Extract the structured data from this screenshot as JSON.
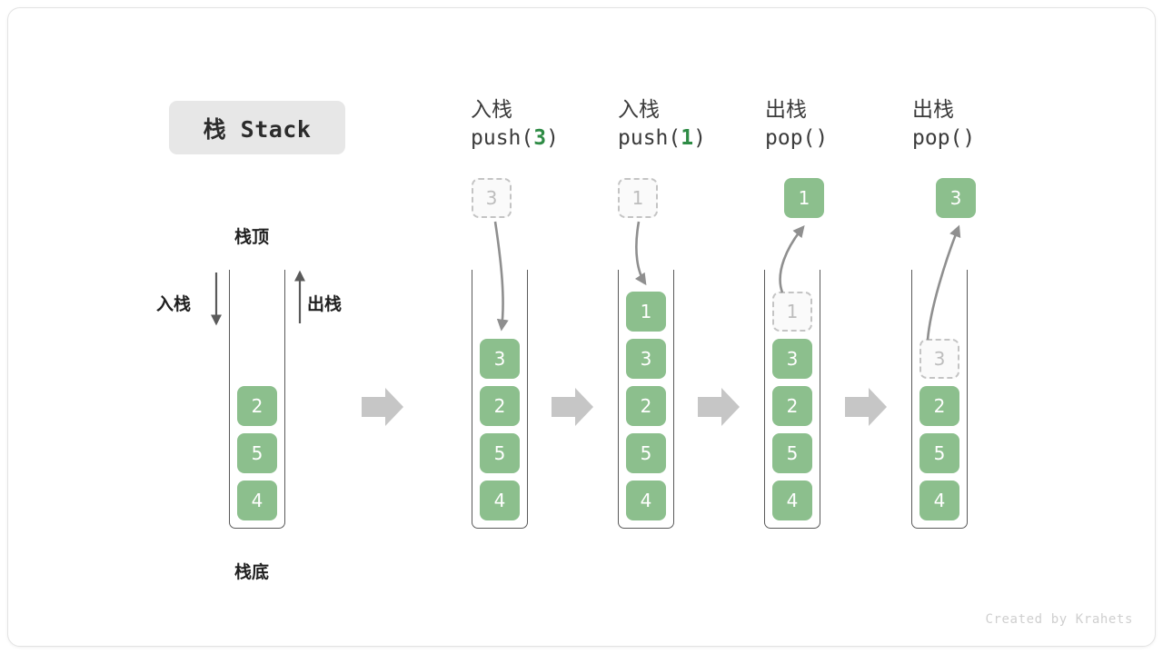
{
  "title_badge": {
    "text": "栈 Stack"
  },
  "labels": {
    "top": "栈顶",
    "bottom": "栈底",
    "push_side": "入栈",
    "pop_side": "出栈"
  },
  "credit": "Created by Krahets",
  "colors": {
    "cell_fill": "#8cbf8d",
    "cell_text": "#ffffff",
    "ghost_border": "#c4c4c4",
    "ghost_text": "#bdbdbd",
    "arrow_gray": "#9e9e9e",
    "thin_arrow": "#5a5a5a",
    "badge_bg": "#e7e7e7",
    "code_arg": "#2e8b45",
    "credit_text": "#cfcfcf"
  },
  "columns": [
    {
      "id": "initial",
      "header_cn": "",
      "header_code_prefix": "",
      "header_code_arg": "",
      "header_code_suffix": "",
      "float_cell": null,
      "cells": [
        {
          "value": "2",
          "state": "filled"
        },
        {
          "value": "5",
          "state": "filled"
        },
        {
          "value": "4",
          "state": "filled"
        }
      ]
    },
    {
      "id": "push-3",
      "header_cn": "入栈",
      "header_code_prefix": "push(",
      "header_code_arg": "3",
      "header_code_suffix": ")",
      "float_cell": {
        "value": "3",
        "state": "ghost"
      },
      "cells": [
        {
          "value": "3",
          "state": "filled"
        },
        {
          "value": "2",
          "state": "filled"
        },
        {
          "value": "5",
          "state": "filled"
        },
        {
          "value": "4",
          "state": "filled"
        }
      ]
    },
    {
      "id": "push-1",
      "header_cn": "入栈",
      "header_code_prefix": "push(",
      "header_code_arg": "1",
      "header_code_suffix": ")",
      "float_cell": {
        "value": "1",
        "state": "ghost"
      },
      "cells": [
        {
          "value": "1",
          "state": "filled"
        },
        {
          "value": "3",
          "state": "filled"
        },
        {
          "value": "2",
          "state": "filled"
        },
        {
          "value": "5",
          "state": "filled"
        },
        {
          "value": "4",
          "state": "filled"
        }
      ]
    },
    {
      "id": "pop-1",
      "header_cn": "出栈",
      "header_code_prefix": "pop(",
      "header_code_arg": "",
      "header_code_suffix": ")",
      "float_cell": {
        "value": "1",
        "state": "filled"
      },
      "cells": [
        {
          "value": "1",
          "state": "ghost"
        },
        {
          "value": "3",
          "state": "filled"
        },
        {
          "value": "2",
          "state": "filled"
        },
        {
          "value": "5",
          "state": "filled"
        },
        {
          "value": "4",
          "state": "filled"
        }
      ]
    },
    {
      "id": "pop-3",
      "header_cn": "出栈",
      "header_code_prefix": "pop(",
      "header_code_arg": "",
      "header_code_suffix": ")",
      "float_cell": {
        "value": "3",
        "state": "filled"
      },
      "cells": [
        {
          "value": "",
          "state": "empty"
        },
        {
          "value": "3",
          "state": "ghost"
        },
        {
          "value": "2",
          "state": "filled"
        },
        {
          "value": "5",
          "state": "filled"
        },
        {
          "value": "4",
          "state": "filled"
        }
      ]
    }
  ]
}
